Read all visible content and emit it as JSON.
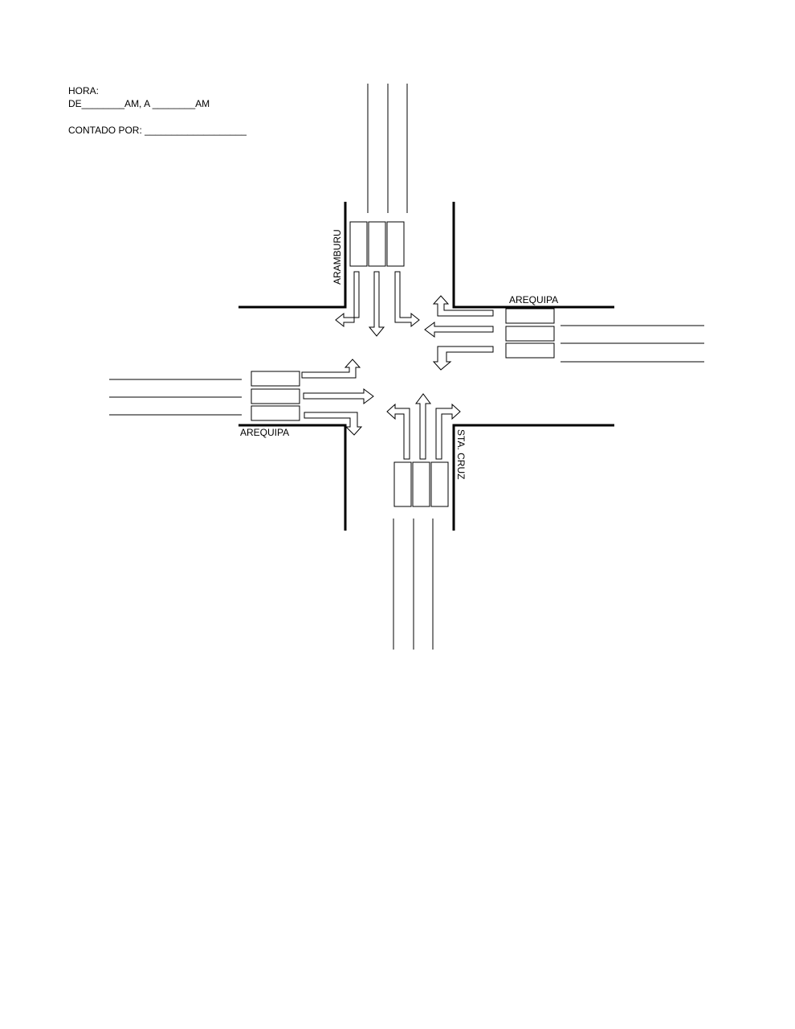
{
  "form": {
    "hora_label": "HORA:",
    "time_range": "DE________AM, A ________AM",
    "counted_by": "CONTADO POR: ___________________"
  },
  "streets": {
    "north": "ARAMBURU",
    "east": "AREQUIPA",
    "west": "AREQUIPA",
    "south": "STA. CRUZ"
  },
  "approaches": [
    {
      "side": "north",
      "movements": [
        "right",
        "through",
        "left"
      ]
    },
    {
      "side": "east",
      "movements": [
        "right",
        "through",
        "left"
      ]
    },
    {
      "side": "west",
      "movements": [
        "left",
        "through",
        "right"
      ]
    },
    {
      "side": "south",
      "movements": [
        "left",
        "through",
        "right"
      ]
    }
  ]
}
